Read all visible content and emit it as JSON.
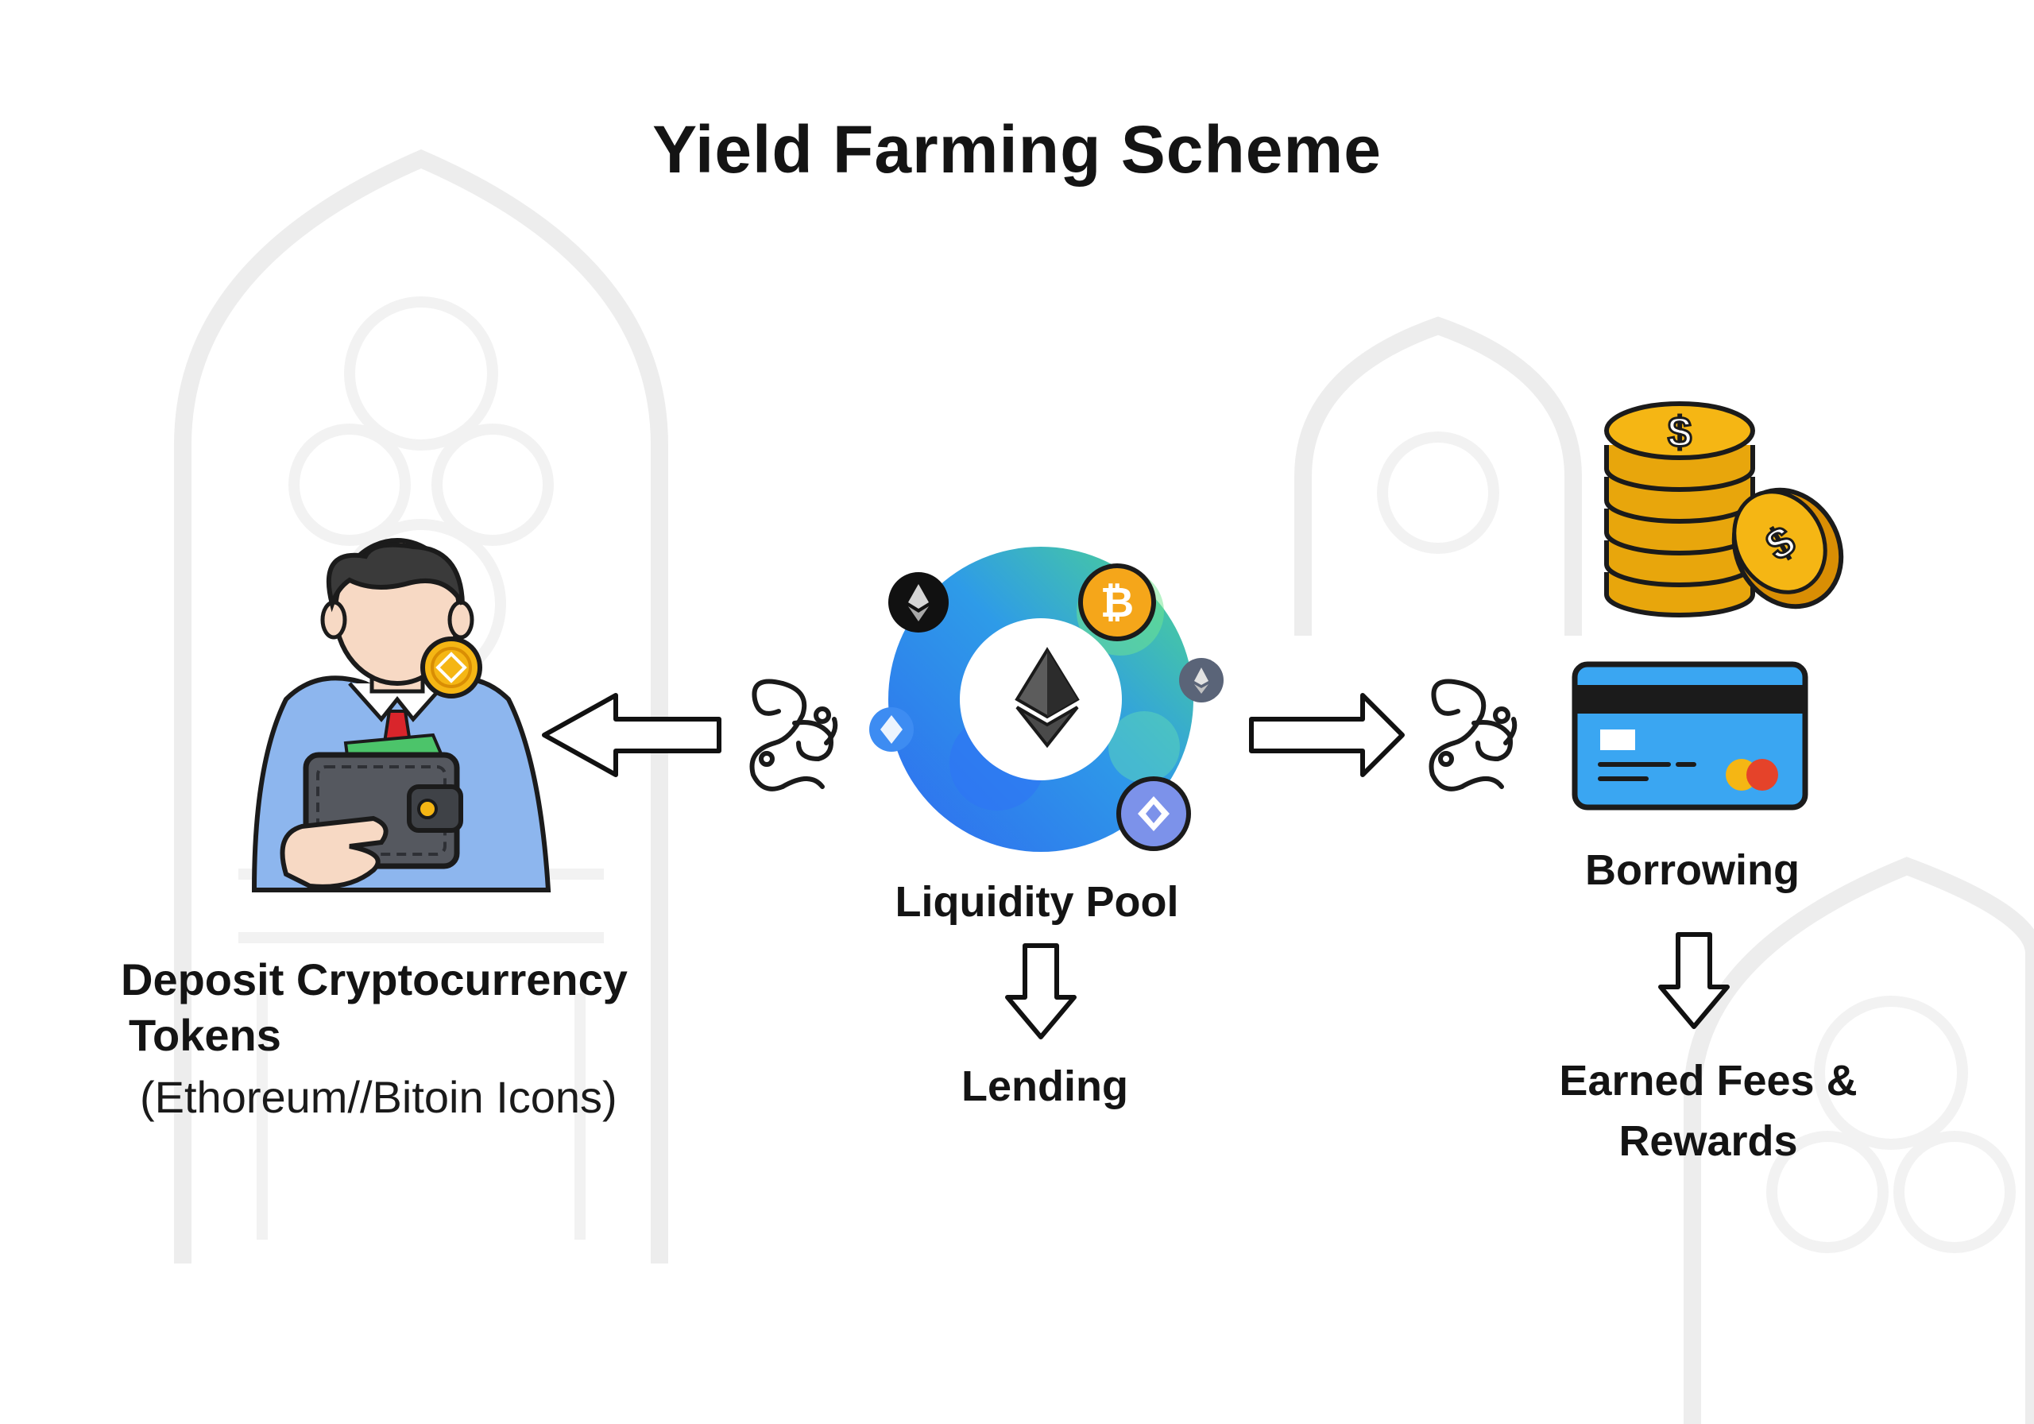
{
  "title": "Yield Farming Scheme",
  "nodes": {
    "deposit": {
      "title_line1": "Deposit Cryptocurrency",
      "title_line2": "Tokens",
      "subtitle": "(Ethoreum//Bitoin Icons)"
    },
    "pool": {
      "label": "Liquidity Pool"
    },
    "lending": {
      "label": "Lending"
    },
    "borrowing": {
      "label": "Borrowing"
    },
    "fees": {
      "line1": "Earned Fees &",
      "line2": "Rewards"
    }
  },
  "icons": {
    "user": "person-with-wallet-icon",
    "pool": "ethereum-ring-icon",
    "coins": "dollar-coin-stack-icon",
    "card": "credit-card-icon",
    "ornament": "filigree-ornament-icon"
  },
  "colors": {
    "coin_gold": "#F5B614",
    "coin_edge": "#D98E04",
    "pool_blue": "#2F6BF0",
    "pool_green": "#4FD88A",
    "card_blue": "#3AA6F2",
    "shirt_blue": "#8DB6EE",
    "wallet_gray": "#55585F",
    "tie_red": "#D9252B",
    "watermark": "#F1F1F1"
  }
}
